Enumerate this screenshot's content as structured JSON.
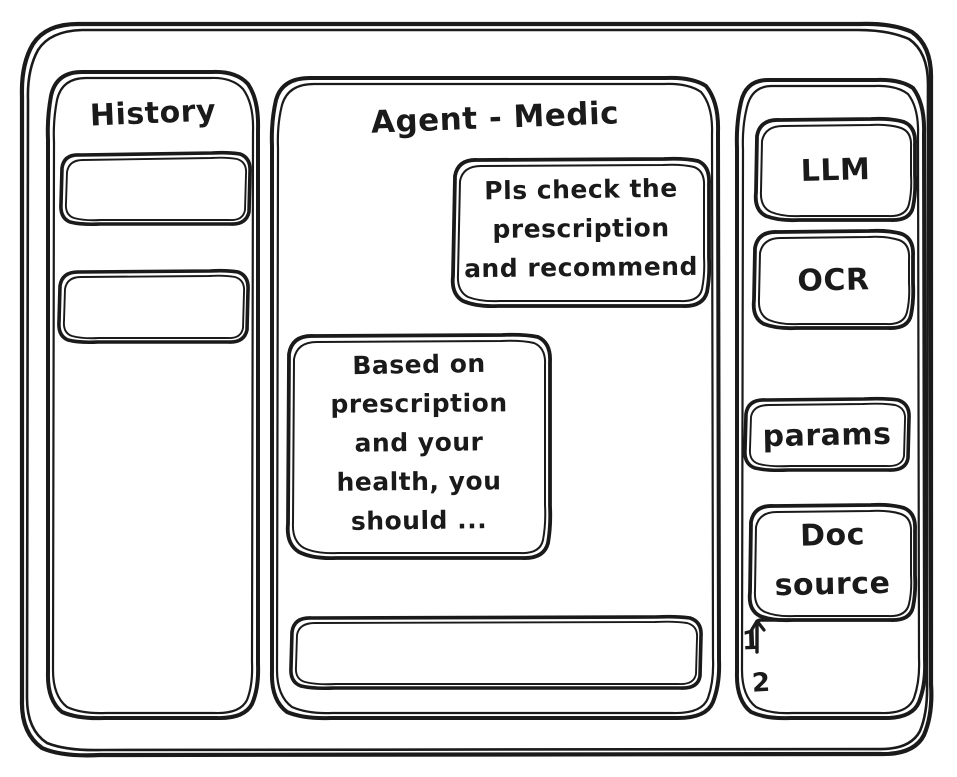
{
  "window": {
    "name": "agent-medic-wireframe",
    "ink_color": "#1a1a1a",
    "paper_color": "#ffffff"
  },
  "sidebar_left": {
    "title": "History",
    "items": [
      {
        "label": ""
      },
      {
        "label": ""
      }
    ]
  },
  "main": {
    "title": "Agent - Medic",
    "messages": [
      {
        "role": "user",
        "align": "right",
        "lines": [
          "Pls check the",
          "prescription",
          "and recommend"
        ]
      },
      {
        "role": "assistant",
        "align": "left",
        "lines": [
          "Based on",
          "prescription",
          "and your",
          "health, you",
          "should ..."
        ]
      }
    ],
    "composer": {
      "value": "",
      "placeholder": ""
    }
  },
  "sidebar_right": {
    "buttons": [
      {
        "label": "LLM"
      },
      {
        "label": "OCR"
      },
      {
        "label": "params"
      }
    ],
    "doc_source": {
      "lines": [
        "Doc",
        "source"
      ],
      "items": [
        "1",
        "2"
      ]
    }
  }
}
